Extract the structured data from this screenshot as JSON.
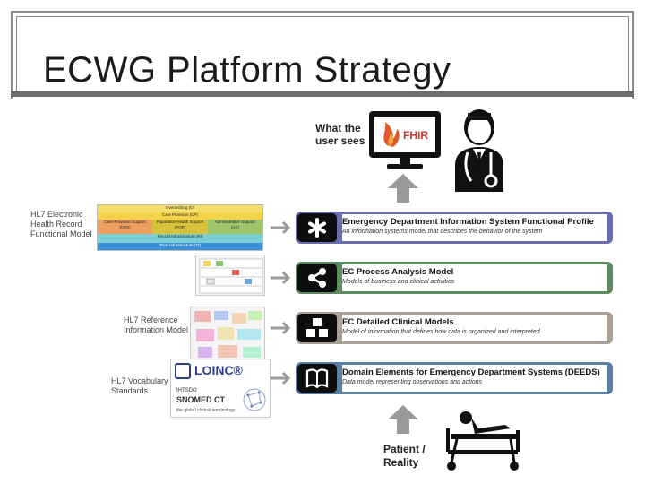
{
  "page": {
    "title": "ECWG Platform Strategy"
  },
  "top_label": {
    "text": "What the\nuser sees"
  },
  "bottom_label": {
    "text": "Patient /\nReality"
  },
  "fhir": {
    "text": "FHIR"
  },
  "left_labels": [
    {
      "text": "HL7 Electronic\nHealth Record\nFunctional Model"
    },
    {
      "text": "HL7 Reference\nInformation Model"
    },
    {
      "text": "HL7 Vocabulary\nStandards"
    }
  ],
  "ehr_model": {
    "rows": [
      "Overarching (O)",
      "Care Provision (CP)",
      "Care Provision Support",
      "Population Health Support",
      "Administrative Support",
      "(CPS)",
      "(POP)",
      "(AS)",
      "Record Infrastructure (RI)",
      "Trust Infrastructure (TI)"
    ]
  },
  "vocab": {
    "loinc": "LOINC®",
    "ihtsdo": "IHTSDO",
    "snomed": "SNOMED CT",
    "tagline": "the global clinical terminology"
  },
  "bands": [
    {
      "title": "Emergency Department Information System Functional Profile",
      "subtitle": "An information systems model that describes the behavior of the system",
      "icon": "asterisk-icon",
      "color": "#6a6cb0"
    },
    {
      "title": "EC Process Analysis Model",
      "subtitle": "Models of business and clinical activities",
      "icon": "share-icon",
      "color": "#5f8a60"
    },
    {
      "title": "EC Detailed Clinical Models",
      "subtitle": "Model of information that defines how data is organized and interpreted",
      "icon": "sitemap-icon",
      "color": "#aaa096"
    },
    {
      "title": "Domain Elements for Emergency Department Systems (DEEDS)",
      "subtitle": "Data model representing observations and actions",
      "icon": "book-icon",
      "color": "#5b7fa3"
    }
  ]
}
